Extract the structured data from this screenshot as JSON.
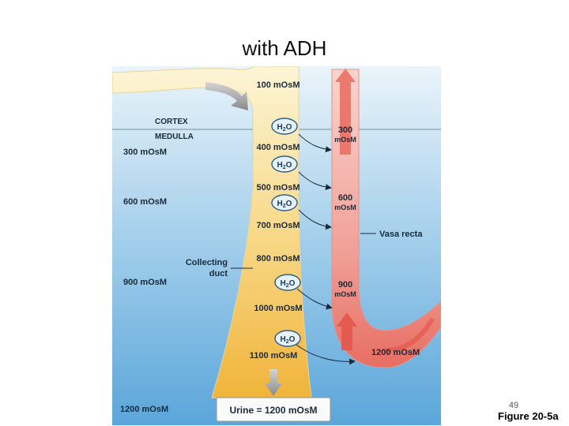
{
  "title": "with ADH",
  "regions": {
    "cortex": "CORTEX",
    "medulla": "MEDULLA"
  },
  "interstitial": [
    "300 mOsM",
    "600 mOsM",
    "900 mOsM",
    "1200 mOsM"
  ],
  "duct": {
    "label_line1": "Collecting",
    "label_line2": "duct",
    "concentrations": [
      "100 mOsM",
      "400 mOsM",
      "500 mOsM",
      "700 mOsM",
      "800 mOsM",
      "1000 mOsM",
      "1100 mOsM"
    ]
  },
  "water": {
    "label": "H",
    "subscript": "2",
    "suffix": "O"
  },
  "vasa_recta": {
    "label": "Vasa recta",
    "values": [
      {
        "number": "300",
        "unit": "mOsM"
      },
      {
        "number": "600",
        "unit": "mOsM"
      },
      {
        "number": "900",
        "unit": "mOsM"
      }
    ],
    "bottom": "1200 mOsM"
  },
  "urine": "Urine = 1200 mOsM",
  "page_number": "49",
  "figure_label": "Figure 20-5a",
  "colors": {
    "background_top": "#e9f3f9",
    "background_bottom": "#5ea9db",
    "duct_top": "#fbf3cf",
    "duct_bottom": "#f0b73a",
    "vessel_light": "#f7c9c2",
    "vessel_dark": "#e76c60",
    "arrow_red": "#e8554a",
    "water_circle": "#e5f1fa",
    "water_border": "#2c5a85"
  }
}
